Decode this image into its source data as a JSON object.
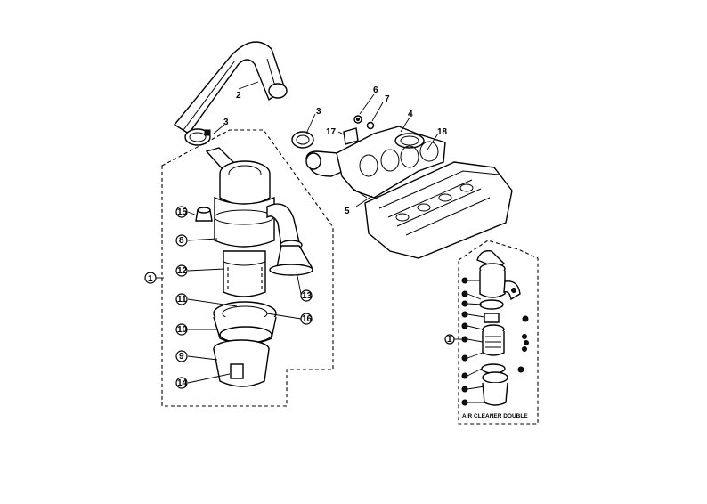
{
  "callouts": {
    "c2": "2",
    "c3a": "3",
    "c3b": "3",
    "c4": "4",
    "c5": "5",
    "c6": "6",
    "c7": "7",
    "c17": "17",
    "c18": "18",
    "c1": "1",
    "c8": "8",
    "c9": "9",
    "c10": "10",
    "c11": "11",
    "c12": "12",
    "c13": "13",
    "c14": "14",
    "c15": "15",
    "c16": "16"
  },
  "inset": {
    "caption": "AIR CLEANER DOUBLE",
    "ref": "1"
  },
  "colors": {
    "line": "#000000",
    "background": "#ffffff"
  }
}
